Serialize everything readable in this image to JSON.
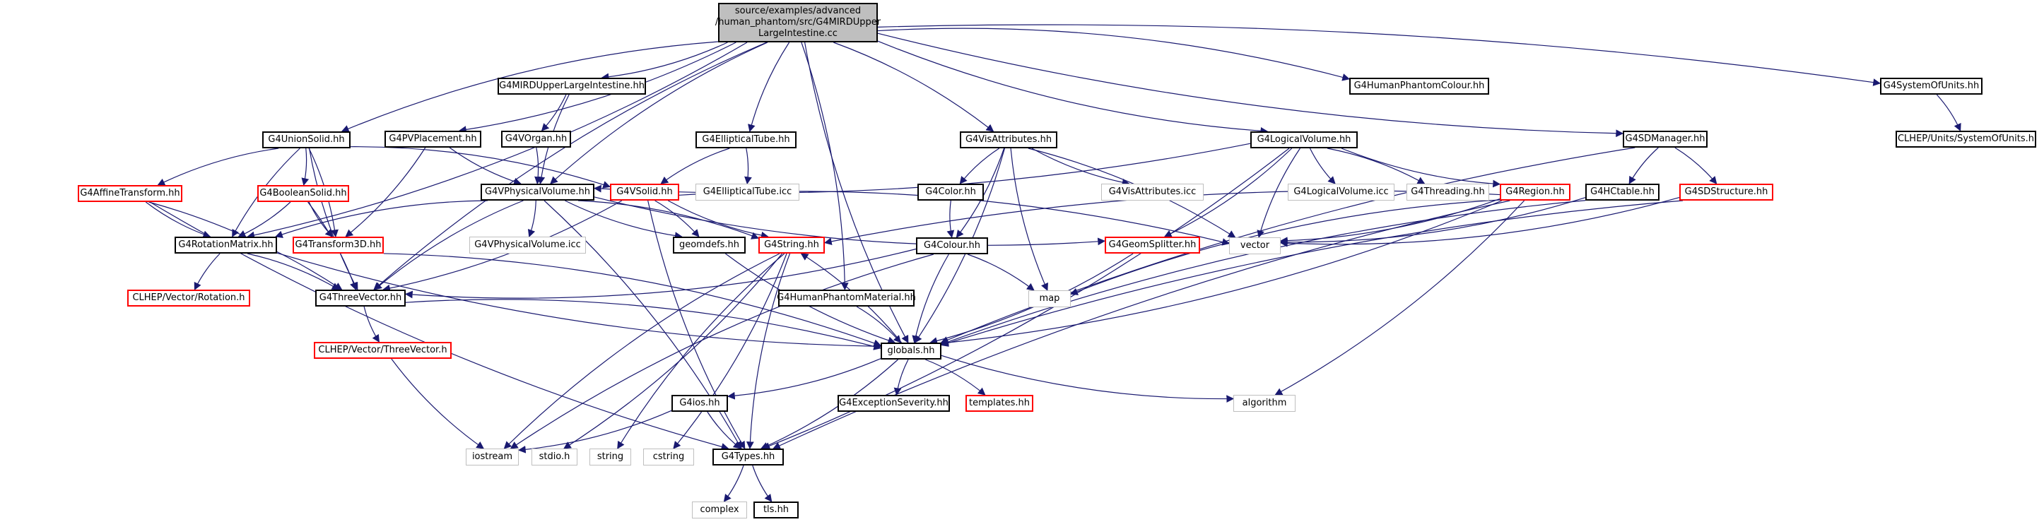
{
  "diagram": {
    "type": "include-dependency-graph",
    "colors": {
      "root_fill": "#bfbfbf",
      "border_documented": "#000000",
      "border_truncated": "#ff0000",
      "border_external": "#bfbfbf",
      "edge": "#191970"
    },
    "nodes": [
      {
        "id": "root",
        "label": "source/examples/advanced\n/human_phantom/src/G4MIRDUpper\nLargeIntestine.cc",
        "style": "root"
      },
      {
        "id": "G4MIRDUpperLargeIntestine_hh",
        "label": "G4MIRDUpperLargeIntestine.hh",
        "style": "normal"
      },
      {
        "id": "G4VOrgan_hh",
        "label": "G4VOrgan.hh",
        "style": "normal"
      },
      {
        "id": "G4UnionSolid_hh",
        "label": "G4UnionSolid.hh",
        "style": "normal"
      },
      {
        "id": "G4PVPlacement_hh",
        "label": "G4PVPlacement.hh",
        "style": "normal"
      },
      {
        "id": "G4EllipticalTube_hh",
        "label": "G4EllipticalTube.hh",
        "style": "normal"
      },
      {
        "id": "G4EllipticalTube_icc",
        "label": "G4EllipticalTube.icc",
        "style": "gray"
      },
      {
        "id": "G4VisAttributes_hh",
        "label": "G4VisAttributes.hh",
        "style": "normal"
      },
      {
        "id": "G4VisAttributes_icc",
        "label": "G4VisAttributes.icc",
        "style": "gray"
      },
      {
        "id": "G4Color_hh",
        "label": "G4Color.hh",
        "style": "normal"
      },
      {
        "id": "G4Colour_hh",
        "label": "G4Colour.hh",
        "style": "normal"
      },
      {
        "id": "G4LogicalVolume_hh",
        "label": "G4LogicalVolume.hh",
        "style": "normal"
      },
      {
        "id": "G4LogicalVolume_icc",
        "label": "G4LogicalVolume.icc",
        "style": "gray"
      },
      {
        "id": "G4Threading_hh",
        "label": "G4Threading.hh",
        "style": "gray"
      },
      {
        "id": "G4Region_hh",
        "label": "G4Region.hh",
        "style": "red"
      },
      {
        "id": "G4HumanPhantomColour_hh",
        "label": "G4HumanPhantomColour.hh",
        "style": "normal"
      },
      {
        "id": "G4SDManager_hh",
        "label": "G4SDManager.hh",
        "style": "normal"
      },
      {
        "id": "G4HCtable_hh",
        "label": "G4HCtable.hh",
        "style": "normal"
      },
      {
        "id": "G4SDStructure_hh",
        "label": "G4SDStructure.hh",
        "style": "red"
      },
      {
        "id": "G4SystemOfUnits_hh",
        "label": "G4SystemOfUnits.hh",
        "style": "normal"
      },
      {
        "id": "CLHEP_Units_SystemOfUnits_h",
        "label": "CLHEP/Units/SystemOfUnits.h",
        "style": "normal"
      },
      {
        "id": "G4AffineTransform_hh",
        "label": "G4AffineTransform.hh",
        "style": "red"
      },
      {
        "id": "G4BooleanSolid_hh",
        "label": "G4BooleanSolid.hh",
        "style": "red"
      },
      {
        "id": "G4VPhysicalVolume_hh",
        "label": "G4VPhysicalVolume.hh",
        "style": "normal"
      },
      {
        "id": "G4VSolid_hh",
        "label": "G4VSolid.hh",
        "style": "red"
      },
      {
        "id": "G4RotationMatrix_hh",
        "label": "G4RotationMatrix.hh",
        "style": "normal"
      },
      {
        "id": "G4Transform3D_hh",
        "label": "G4Transform3D.hh",
        "style": "red"
      },
      {
        "id": "G4VPhysicalVolume_icc",
        "label": "G4VPhysicalVolume.icc",
        "style": "gray"
      },
      {
        "id": "geomdefs_hh",
        "label": "geomdefs.hh",
        "style": "normal"
      },
      {
        "id": "G4String_hh",
        "label": "G4String.hh",
        "style": "red"
      },
      {
        "id": "G4GeomSplitter_hh",
        "label": "G4GeomSplitter.hh",
        "style": "red"
      },
      {
        "id": "vector",
        "label": "vector",
        "style": "gray"
      },
      {
        "id": "map",
        "label": "map",
        "style": "gray"
      },
      {
        "id": "CLHEP_Vector_Rotation_h",
        "label": "CLHEP/Vector/Rotation.h",
        "style": "red"
      },
      {
        "id": "G4ThreeVector_hh",
        "label": "G4ThreeVector.hh",
        "style": "normal"
      },
      {
        "id": "G4HumanPhantomMaterial_hh",
        "label": "G4HumanPhantomMaterial.hh",
        "style": "normal"
      },
      {
        "id": "CLHEP_Vector_ThreeVector_h",
        "label": "CLHEP/Vector/ThreeVector.h",
        "style": "red"
      },
      {
        "id": "globals_hh",
        "label": "globals.hh",
        "style": "normal"
      },
      {
        "id": "G4ios_hh",
        "label": "G4ios.hh",
        "style": "normal"
      },
      {
        "id": "G4ExceptionSeverity_hh",
        "label": "G4ExceptionSeverity.hh",
        "style": "normal"
      },
      {
        "id": "templates_hh",
        "label": "templates.hh",
        "style": "red"
      },
      {
        "id": "algorithm",
        "label": "algorithm",
        "style": "gray"
      },
      {
        "id": "iostream",
        "label": "iostream",
        "style": "gray"
      },
      {
        "id": "stdio_h",
        "label": "stdio.h",
        "style": "gray"
      },
      {
        "id": "string",
        "label": "string",
        "style": "gray"
      },
      {
        "id": "cstring",
        "label": "cstring",
        "style": "gray"
      },
      {
        "id": "G4Types_hh",
        "label": "G4Types.hh",
        "style": "normal"
      },
      {
        "id": "complex",
        "label": "complex",
        "style": "gray"
      },
      {
        "id": "tls_hh",
        "label": "tls.hh",
        "style": "normal"
      }
    ],
    "edges": [
      [
        "root",
        "G4MIRDUpperLargeIntestine_hh"
      ],
      [
        "root",
        "G4UnionSolid_hh"
      ],
      [
        "root",
        "G4PVPlacement_hh"
      ],
      [
        "root",
        "G4EllipticalTube_hh"
      ],
      [
        "root",
        "G4VisAttributes_hh"
      ],
      [
        "root",
        "G4LogicalVolume_hh"
      ],
      [
        "root",
        "G4HumanPhantomColour_hh"
      ],
      [
        "root",
        "G4SDManager_hh"
      ],
      [
        "root",
        "G4SystemOfUnits_hh"
      ],
      [
        "root",
        "G4VPhysicalVolume_hh"
      ],
      [
        "root",
        "G4RotationMatrix_hh"
      ],
      [
        "root",
        "G4ThreeVector_hh"
      ],
      [
        "root",
        "G4HumanPhantomMaterial_hh"
      ],
      [
        "root",
        "globals_hh"
      ],
      [
        "G4MIRDUpperLargeIntestine_hh",
        "G4VOrgan_hh"
      ],
      [
        "G4MIRDUpperLargeIntestine_hh",
        "G4VPhysicalVolume_hh"
      ],
      [
        "G4VOrgan_hh",
        "G4VPhysicalVolume_hh"
      ],
      [
        "G4UnionSolid_hh",
        "G4AffineTransform_hh"
      ],
      [
        "G4UnionSolid_hh",
        "G4BooleanSolid_hh"
      ],
      [
        "G4UnionSolid_hh",
        "G4RotationMatrix_hh"
      ],
      [
        "G4UnionSolid_hh",
        "G4Transform3D_hh"
      ],
      [
        "G4UnionSolid_hh",
        "G4ThreeVector_hh"
      ],
      [
        "G4UnionSolid_hh",
        "G4VSolid_hh"
      ],
      [
        "G4PVPlacement_hh",
        "G4VPhysicalVolume_hh"
      ],
      [
        "G4PVPlacement_hh",
        "G4Transform3D_hh"
      ],
      [
        "G4EllipticalTube_hh",
        "G4VSolid_hh"
      ],
      [
        "G4EllipticalTube_hh",
        "G4EllipticalTube_icc"
      ],
      [
        "G4VisAttributes_hh",
        "G4Color_hh"
      ],
      [
        "G4VisAttributes_hh",
        "G4Colour_hh"
      ],
      [
        "G4VisAttributes_hh",
        "G4VisAttributes_icc"
      ],
      [
        "G4VisAttributes_hh",
        "vector"
      ],
      [
        "G4VisAttributes_hh",
        "map"
      ],
      [
        "G4VisAttributes_hh",
        "globals_hh"
      ],
      [
        "G4Color_hh",
        "G4Colour_hh"
      ],
      [
        "G4Colour_hh",
        "G4ThreeVector_hh"
      ],
      [
        "G4Colour_hh",
        "globals_hh"
      ],
      [
        "G4Colour_hh",
        "map"
      ],
      [
        "G4Colour_hh",
        "iostream"
      ],
      [
        "G4LogicalVolume_hh",
        "G4VPhysicalVolume_hh"
      ],
      [
        "G4LogicalVolume_hh",
        "G4LogicalVolume_icc"
      ],
      [
        "G4LogicalVolume_hh",
        "G4Threading_hh"
      ],
      [
        "G4LogicalVolume_hh",
        "G4Region_hh"
      ],
      [
        "G4LogicalVolume_hh",
        "G4GeomSplitter_hh"
      ],
      [
        "G4LogicalVolume_hh",
        "vector"
      ],
      [
        "G4LogicalVolume_hh",
        "G4Types_hh"
      ],
      [
        "G4Region_hh",
        "G4String_hh"
      ],
      [
        "G4Region_hh",
        "vector"
      ],
      [
        "G4Region_hh",
        "map"
      ],
      [
        "G4Region_hh",
        "algorithm"
      ],
      [
        "G4Region_hh",
        "G4Types_hh"
      ],
      [
        "G4Region_hh",
        "globals_hh"
      ],
      [
        "G4SDManager_hh",
        "G4HCtable_hh"
      ],
      [
        "G4SDManager_hh",
        "G4SDStructure_hh"
      ],
      [
        "G4SDManager_hh",
        "globals_hh"
      ],
      [
        "G4HCtable_hh",
        "vector"
      ],
      [
        "G4HCtable_hh",
        "globals_hh"
      ],
      [
        "G4SDStructure_hh",
        "vector"
      ],
      [
        "G4SDStructure_hh",
        "globals_hh"
      ],
      [
        "G4SystemOfUnits_hh",
        "CLHEP_Units_SystemOfUnits_h"
      ],
      [
        "G4AffineTransform_hh",
        "G4RotationMatrix_hh"
      ],
      [
        "G4AffineTransform_hh",
        "G4ThreeVector_hh"
      ],
      [
        "G4AffineTransform_hh",
        "G4Types_hh"
      ],
      [
        "G4BooleanSolid_hh",
        "G4RotationMatrix_hh"
      ],
      [
        "G4BooleanSolid_hh",
        "G4Transform3D_hh"
      ],
      [
        "G4BooleanSolid_hh",
        "G4ThreeVector_hh"
      ],
      [
        "G4VPhysicalVolume_hh",
        "G4RotationMatrix_hh"
      ],
      [
        "G4VPhysicalVolume_hh",
        "G4VPhysicalVolume_icc"
      ],
      [
        "G4VPhysicalVolume_hh",
        "geomdefs_hh"
      ],
      [
        "G4VPhysicalVolume_hh",
        "G4String_hh"
      ],
      [
        "G4VPhysicalVolume_hh",
        "G4ThreeVector_hh"
      ],
      [
        "G4VPhysicalVolume_hh",
        "G4Types_hh"
      ],
      [
        "G4VPhysicalVolume_hh",
        "G4GeomSplitter_hh"
      ],
      [
        "G4VSolid_hh",
        "geomdefs_hh"
      ],
      [
        "G4VSolid_hh",
        "G4String_hh"
      ],
      [
        "G4VSolid_hh",
        "G4ThreeVector_hh"
      ],
      [
        "G4VSolid_hh",
        "G4Types_hh"
      ],
      [
        "G4VSolid_hh",
        "vector"
      ],
      [
        "G4RotationMatrix_hh",
        "CLHEP_Vector_Rotation_h"
      ],
      [
        "G4RotationMatrix_hh",
        "G4ThreeVector_hh"
      ],
      [
        "G4RotationMatrix_hh",
        "globals_hh"
      ],
      [
        "G4Transform3D_hh",
        "globals_hh"
      ],
      [
        "geomdefs_hh",
        "globals_hh"
      ],
      [
        "G4GeomSplitter_hh",
        "globals_hh"
      ],
      [
        "G4ThreeVector_hh",
        "CLHEP_Vector_ThreeVector_h"
      ],
      [
        "G4ThreeVector_hh",
        "globals_hh"
      ],
      [
        "CLHEP_Vector_ThreeVector_h",
        "iostream"
      ],
      [
        "G4HumanPhantomMaterial_hh",
        "globals_hh"
      ],
      [
        "globals_hh",
        "G4String_hh"
      ],
      [
        "globals_hh",
        "G4ios_hh"
      ],
      [
        "globals_hh",
        "G4ExceptionSeverity_hh"
      ],
      [
        "globals_hh",
        "templates_hh"
      ],
      [
        "globals_hh",
        "algorithm"
      ],
      [
        "globals_hh",
        "G4Types_hh"
      ],
      [
        "G4String_hh",
        "iostream"
      ],
      [
        "G4String_hh",
        "stdio_h"
      ],
      [
        "G4String_hh",
        "string"
      ],
      [
        "G4String_hh",
        "cstring"
      ],
      [
        "G4String_hh",
        "G4Types_hh"
      ],
      [
        "G4ios_hh",
        "iostream"
      ],
      [
        "G4ios_hh",
        "G4Types_hh"
      ],
      [
        "G4Types_hh",
        "complex"
      ],
      [
        "G4Types_hh",
        "tls_hh"
      ]
    ]
  }
}
